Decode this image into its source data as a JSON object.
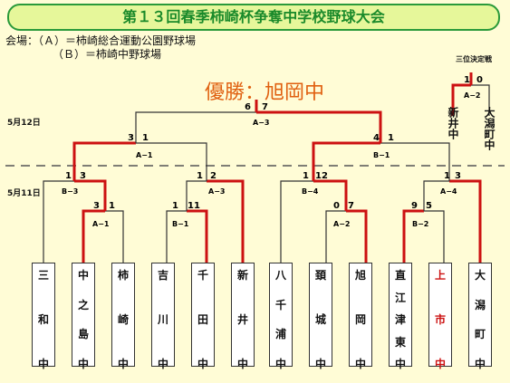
{
  "title": "第１３回春季柿崎杯争奪中学校野球大会",
  "venue": {
    "label": "会場：（Ａ）＝柿崎総合運動公園野球場",
    "line2": "（Ｂ）＝柿崎中野球場"
  },
  "winner": "優勝：旭岡中",
  "dates": {
    "day2": "5月12日",
    "day1": "5月11日"
  },
  "third_place": {
    "title": "三位決定戦",
    "score_left": "1",
    "score_right": "0",
    "game": "A−2",
    "team_left": "新井中",
    "team_right": "大潟町中"
  },
  "teams": [
    {
      "name": "三和中"
    },
    {
      "name": "中之島中",
      "bold": true
    },
    {
      "name": "柿崎中"
    },
    {
      "name": "吉川中"
    },
    {
      "name": "千田中"
    },
    {
      "name": "新井中"
    },
    {
      "name": "八千浦中"
    },
    {
      "name": "頚城中"
    },
    {
      "name": "旭岡中"
    },
    {
      "name": "直江津東中"
    },
    {
      "name": "上市中",
      "red": true
    },
    {
      "name": "大潟町中"
    }
  ],
  "games": {
    "r1": [
      {
        "game": "A−1",
        "left": "3",
        "right": "1"
      },
      {
        "game": "B−1",
        "left": "1",
        "right": "11"
      },
      {
        "game": "A−2",
        "left": "0",
        "right": "7"
      },
      {
        "game": "B−2",
        "left": "9",
        "right": "5"
      }
    ],
    "qf": [
      {
        "game": "B−3",
        "left": "1",
        "right": "3"
      },
      {
        "game": "A−3",
        "left": "1",
        "right": "2"
      },
      {
        "game": "B−4",
        "left": "1",
        "right": "12"
      },
      {
        "game": "A−4",
        "left": "1",
        "right": "3"
      }
    ],
    "sf": [
      {
        "game": "A−1",
        "left": "3",
        "right": "1"
      },
      {
        "game": "B−1",
        "left": "4",
        "right": "1"
      }
    ],
    "final": {
      "game": "A−3",
      "left": "6",
      "right": "7"
    }
  },
  "colors": {
    "win": "#cc1111",
    "line": "#333333",
    "title": "#1a8a2a",
    "winner": "#e06010"
  }
}
